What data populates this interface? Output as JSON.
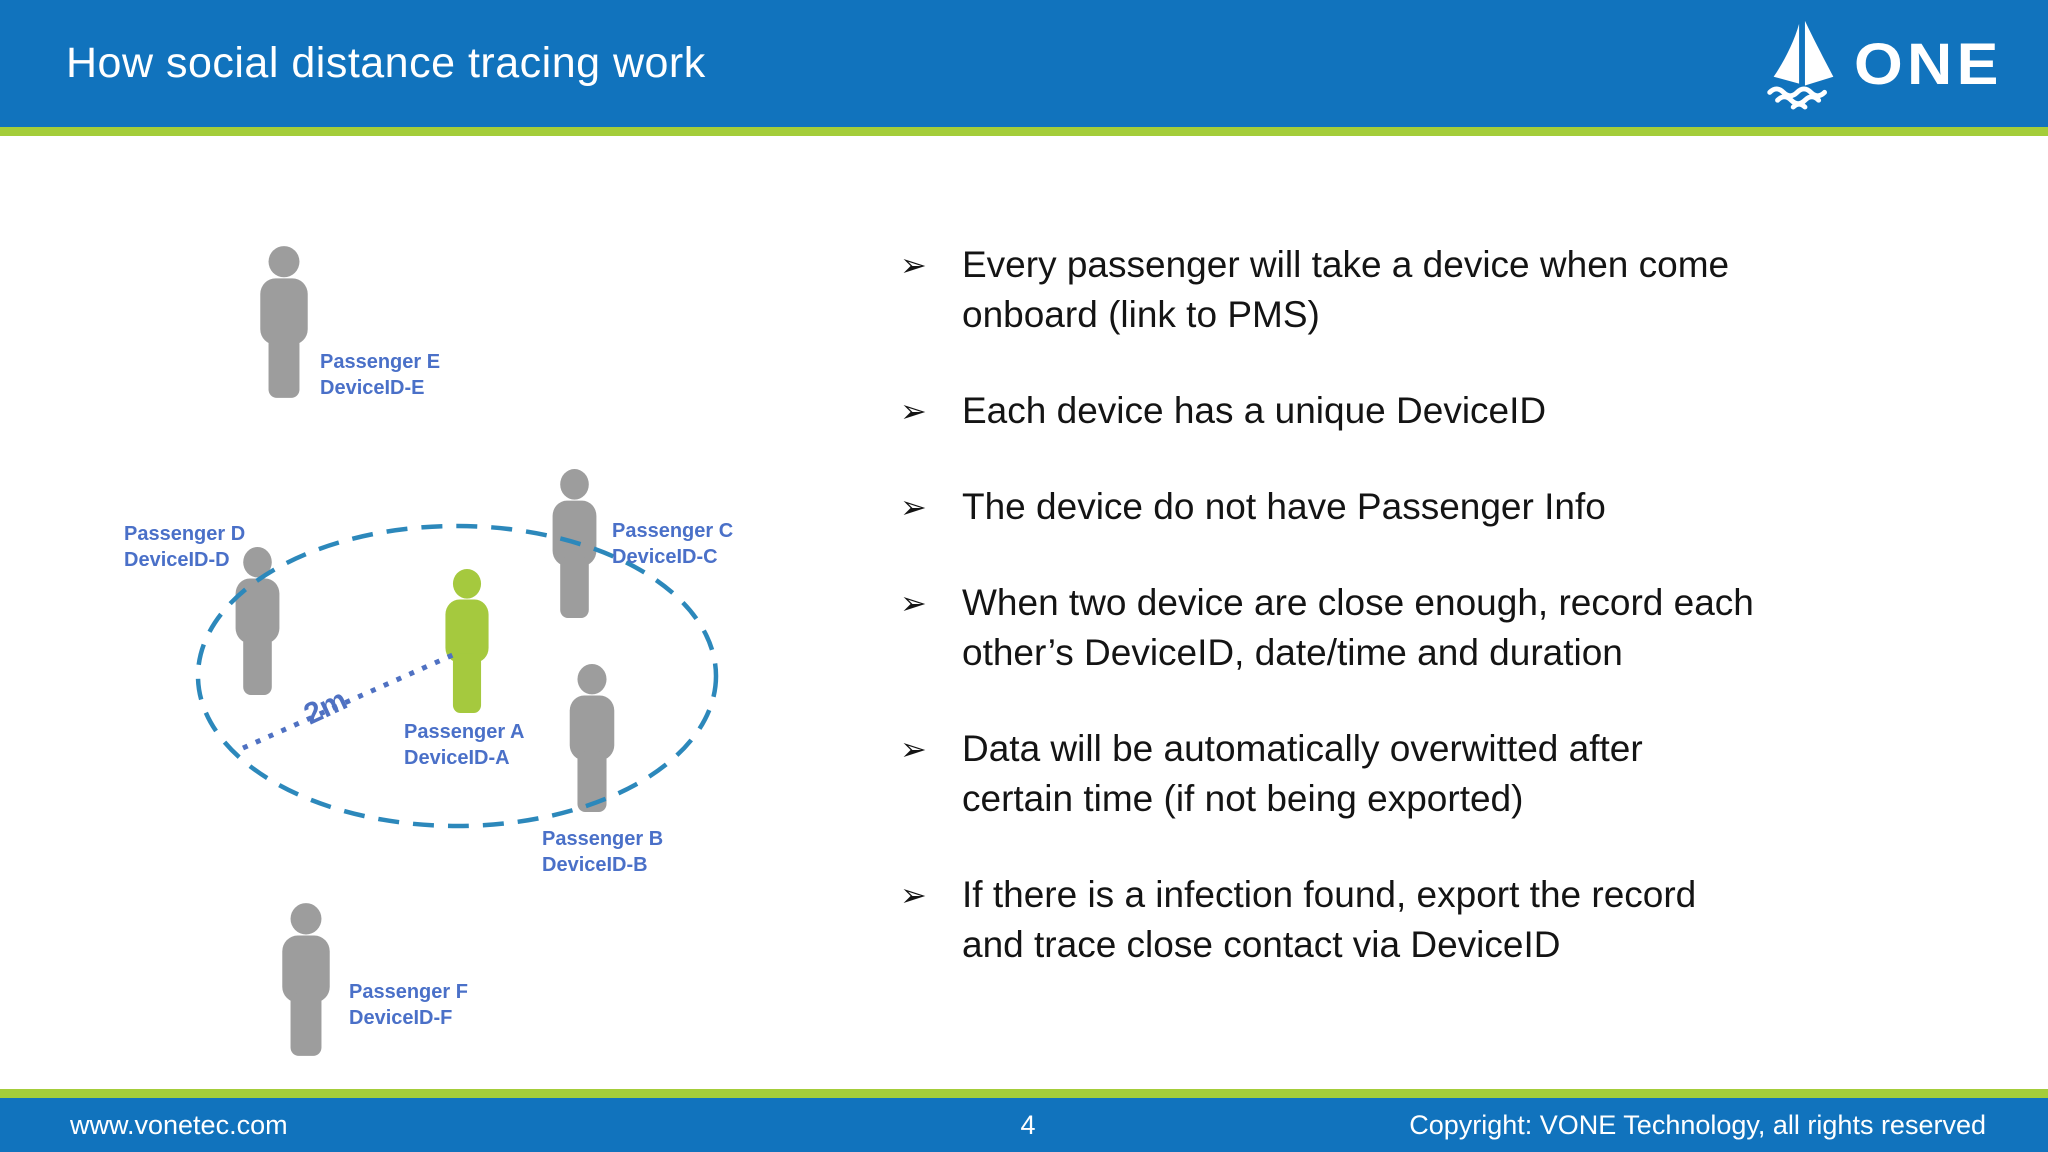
{
  "slide": {
    "title": "How social distance tracing work"
  },
  "logo": {
    "text": "ONE"
  },
  "diagram": {
    "distance_label": "2m",
    "passengers": [
      {
        "name": "Passenger A",
        "device_id": "DeviceID-A",
        "highlighted": true
      },
      {
        "name": "Passenger B",
        "device_id": "DeviceID-B",
        "highlighted": false
      },
      {
        "name": "Passenger C",
        "device_id": "DeviceID-C",
        "highlighted": false
      },
      {
        "name": "Passenger D",
        "device_id": "DeviceID-D",
        "highlighted": false
      },
      {
        "name": "Passenger E",
        "device_id": "DeviceID-E",
        "highlighted": false
      },
      {
        "name": "Passenger F",
        "device_id": "DeviceID-F",
        "highlighted": false
      }
    ]
  },
  "list": {
    "marker": "➢"
  },
  "bullets": [
    {
      "lines": [
        "Every passenger will take a device when come",
        "onboard (link to PMS)"
      ]
    },
    {
      "lines": [
        "Each device has a unique DeviceID"
      ]
    },
    {
      "lines": [
        "The device do not have Passenger Info"
      ]
    },
    {
      "lines": [
        "When two device are close enough, record each",
        "other’s DeviceID, date/time and duration"
      ]
    },
    {
      "lines": [
        "Data will be automatically overwitted after",
        "certain time (if not being exported)"
      ]
    },
    {
      "lines": [
        "If there is a infection found, export the record",
        "and trace close contact via DeviceID"
      ]
    }
  ],
  "footer": {
    "website": "www.vonetec.com",
    "page_number": "4",
    "copyright": "Copyright: VONE Technology, all rights reserved"
  },
  "colors": {
    "header_blue": "#1173bd",
    "accent_green": "#a4cd3a",
    "label_blue": "#4a70c8",
    "person_gray": "#9d9d9d",
    "person_green": "#a5c93e",
    "ellipse_blue": "#2c88bb",
    "distance_blue": "#4f71c2",
    "body_text": "#141414",
    "footer_text": "#ffffff"
  }
}
